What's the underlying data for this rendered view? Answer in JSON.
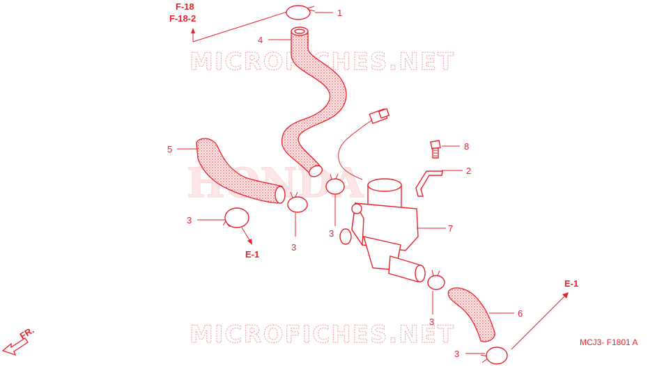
{
  "watermark": {
    "text": "MICROFICHES.NET",
    "brand": "HONDA"
  },
  "references": {
    "top_line1": "F-18",
    "top_line2": "F-18-2",
    "left": "E-1",
    "right": "E-1",
    "front": "FR."
  },
  "callouts": [
    "1",
    "2",
    "3",
    "4",
    "5",
    "6",
    "7",
    "8"
  ],
  "diagram_code": "MCJ3- F1801  A",
  "colors": {
    "ink": "#e8202a",
    "watermark": "#f4a8ac"
  }
}
